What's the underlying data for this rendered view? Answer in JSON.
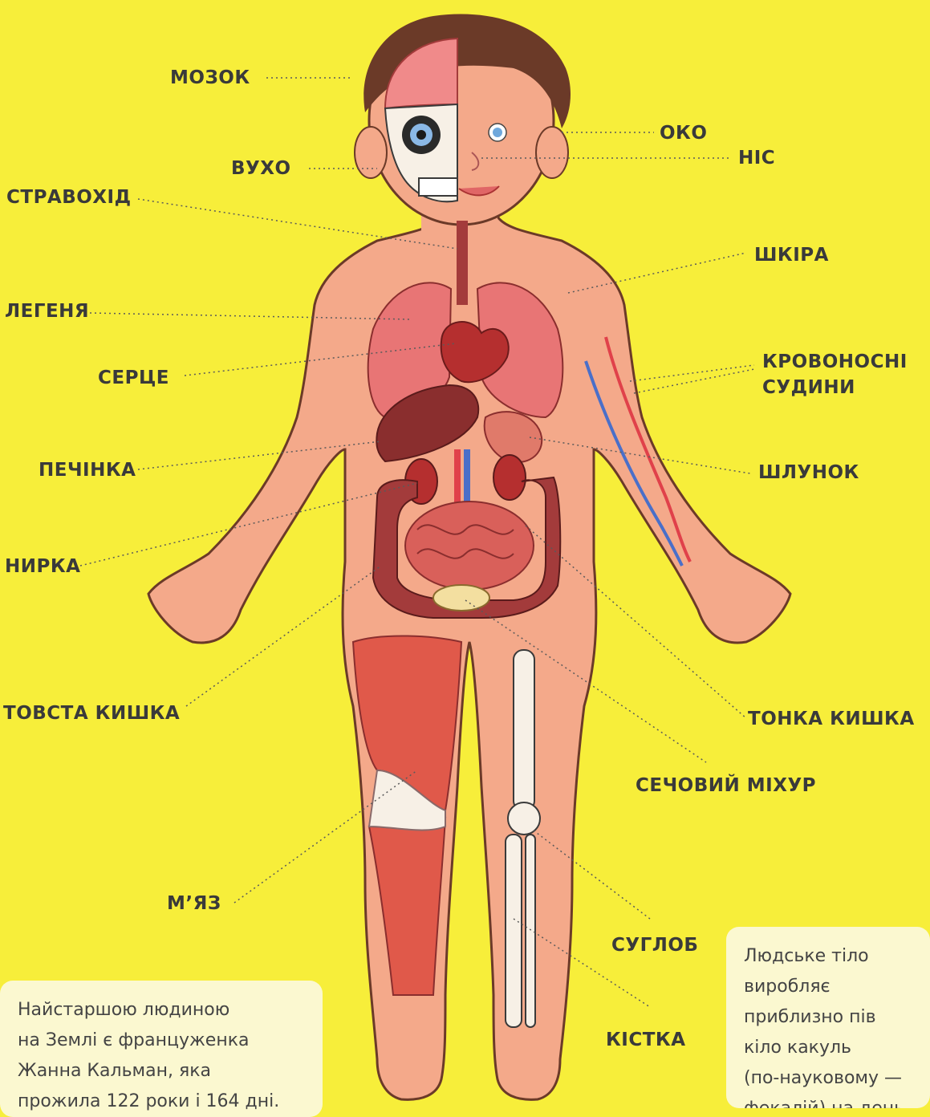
{
  "labels": {
    "brain": "МОЗОК",
    "ear": "ВУХО",
    "esophagus": "СТРАВОХІД",
    "lung": "ЛЕГЕНЯ",
    "heart": "СЕРЦЕ",
    "liver": "ПЕЧІНКА",
    "kidney": "НИРКА",
    "large_intestine": "ТОВСТА КИШКА",
    "muscle": "М’ЯЗ",
    "eye": "ОКО",
    "nose": "НІС",
    "skin": "ШКІРА",
    "vessels_line1": "КРОВОНОСНІ",
    "vessels_line2": "СУДИНИ",
    "stomach": "ШЛУНОК",
    "small_intestine": "ТОНКА КИШКА",
    "bladder": "СЕЧОВИЙ МІХУР",
    "joint": "СУГЛОБ",
    "bone": "КІСТКА"
  },
  "notes": {
    "left": [
      "Найстаршою людиною",
      "на Землі є француженка",
      "Жанна Кальман, яка",
      "прожила 122 роки і 164 дні."
    ],
    "right": [
      "Людське тіло",
      "виробляє",
      "приблизно пів",
      "кіло какуль",
      "(по-науковому —",
      "фекалій) на день."
    ]
  },
  "colors": {
    "background": "#f7ee3a",
    "skin": "#f4a98a",
    "hair": "#6b3a28",
    "organ": "#c94a4a",
    "artery": "#e0414a",
    "vein": "#4a6fc9"
  }
}
